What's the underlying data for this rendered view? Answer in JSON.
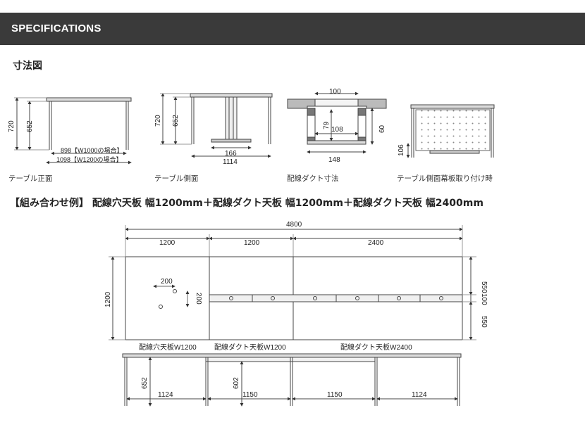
{
  "header": {
    "title": "SPECIFICATIONS"
  },
  "section": {
    "heading": "寸法図"
  },
  "views": {
    "front": {
      "caption": "テーブル正面",
      "height_total": "720",
      "height_inner": "652",
      "width_w1000": "898【W1000の場合】",
      "width_w1200": "1098【W1200の場合】"
    },
    "side": {
      "caption": "テーブル側面",
      "height_total": "720",
      "height_inner": "652",
      "width_inner": "166",
      "width_total": "1114"
    },
    "duct": {
      "caption": "配線ダクト寸法",
      "width_top": "100",
      "width_inner": "108",
      "width_bottom": "148",
      "height_inner": "79",
      "height_right": "60"
    },
    "panel": {
      "caption": "テーブル側面幕板取り付け時",
      "height": "106"
    }
  },
  "combo": {
    "title": "【組み合わせ例】 配線穴天板 幅1200mm＋配線ダクト天板 幅1200mm＋配線ダクト天板 幅2400mm",
    "total_width": "4800",
    "seg1_width": "1200",
    "seg2_width": "1200",
    "seg3_width": "2400",
    "depth_total": "1200",
    "depth_top": "550",
    "depth_mid": "100",
    "depth_bottom": "550",
    "hole_dim_h": "200",
    "hole_dim_v": "200",
    "label1": "配線穴天板W1200",
    "label2": "配線ダクト天板W1200",
    "label3": "配線ダクト天板W2400",
    "height_left": "652",
    "height_mid": "602",
    "leg1": "1124",
    "leg2": "1150",
    "leg3": "1150",
    "leg4": "1124"
  }
}
